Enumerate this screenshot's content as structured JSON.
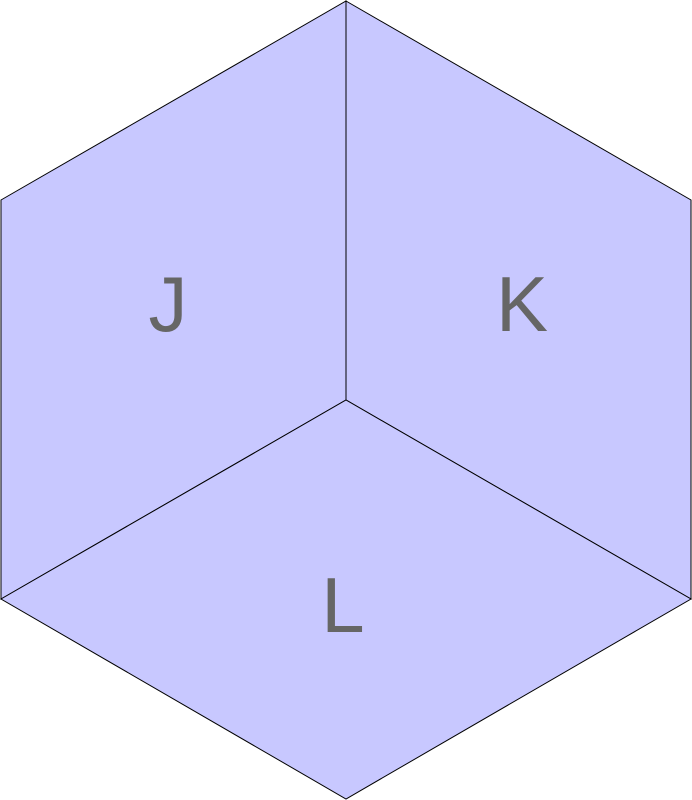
{
  "colors": {
    "face_fill": "#c8c8ff",
    "edge_stroke": "#000000",
    "label_color": "#666666"
  },
  "faces": {
    "left": {
      "label": "J"
    },
    "right": {
      "label": "K"
    },
    "bottom": {
      "label": "L"
    }
  }
}
